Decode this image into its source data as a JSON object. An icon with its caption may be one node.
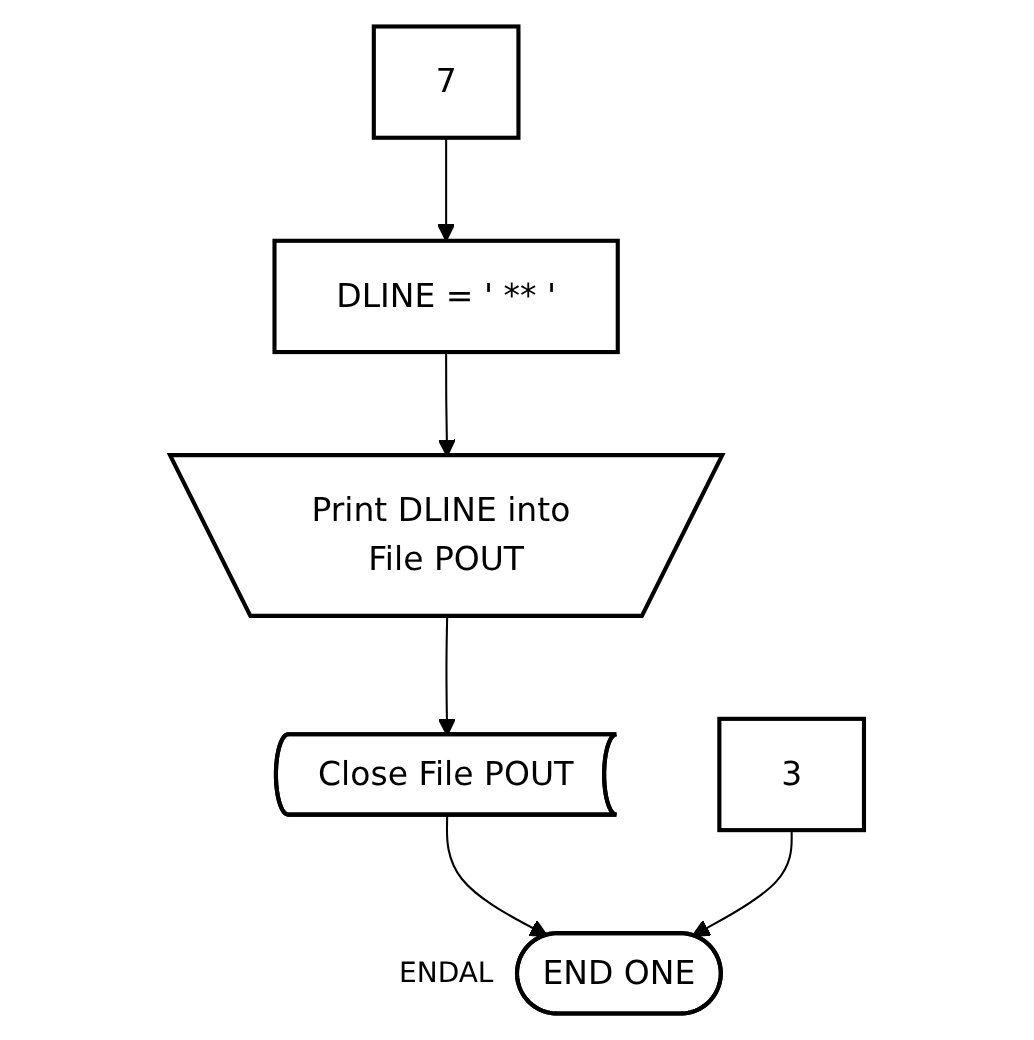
{
  "diagram": {
    "nodes": [
      {
        "text": [
          "DLINE = ' ** '"
        ]
      },
      {
        "text": [
          "7"
        ]
      },
      {
        "text": [
          "Print DLINE into File POUT"
        ]
      },
      {
        "text": [
          "Close File POUT"
        ]
      },
      {
        "text": [
          "END ONE"
        ],
        "beside": [
          "ENDAL"
        ]
      },
      {
        "text": [
          "3"
        ]
      }
    ],
    "edges": [
      {
        "from": 1,
        "to": 0,
        "arrow": "to"
      },
      {
        "from": 0,
        "to": 2,
        "arrow": "to"
      },
      {
        "from": 2,
        "to": 3,
        "arrow": "to"
      },
      {
        "from": 3,
        "to": 4,
        "arrow": "to"
      },
      {
        "from": 5,
        "to": 4,
        "arrow": "to"
      }
    ]
  }
}
